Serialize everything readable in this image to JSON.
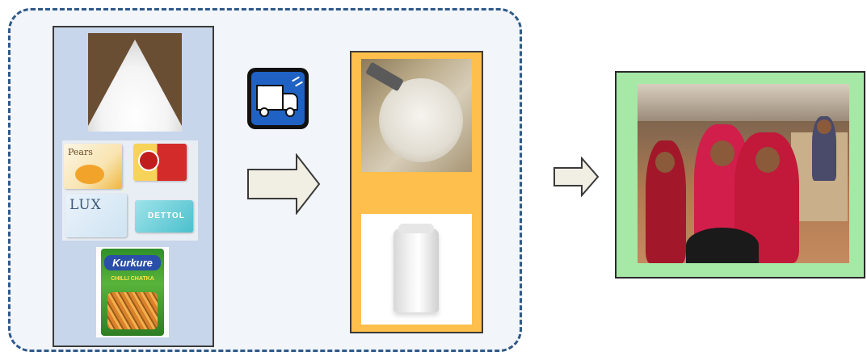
{
  "products": {
    "soap_labels": {
      "pears": "Pears",
      "lux": "LUX",
      "dettol": "DETTOL"
    },
    "snack": {
      "brand": "Kurkure",
      "flavor": "CHILLI CHATKA"
    }
  },
  "icons": {
    "truck": "truck-icon",
    "arrow": "right-block-arrow"
  },
  "colors": {
    "group_border": "#2f5a8a",
    "group_fill": "#f2f5fa",
    "products_panel": "#c7d6ea",
    "wholesale_panel": "#ffbf4d",
    "market_panel": "#a6e8a6",
    "truck_bg": "#1f62c4",
    "arrow_fill": "#f1efe4"
  }
}
